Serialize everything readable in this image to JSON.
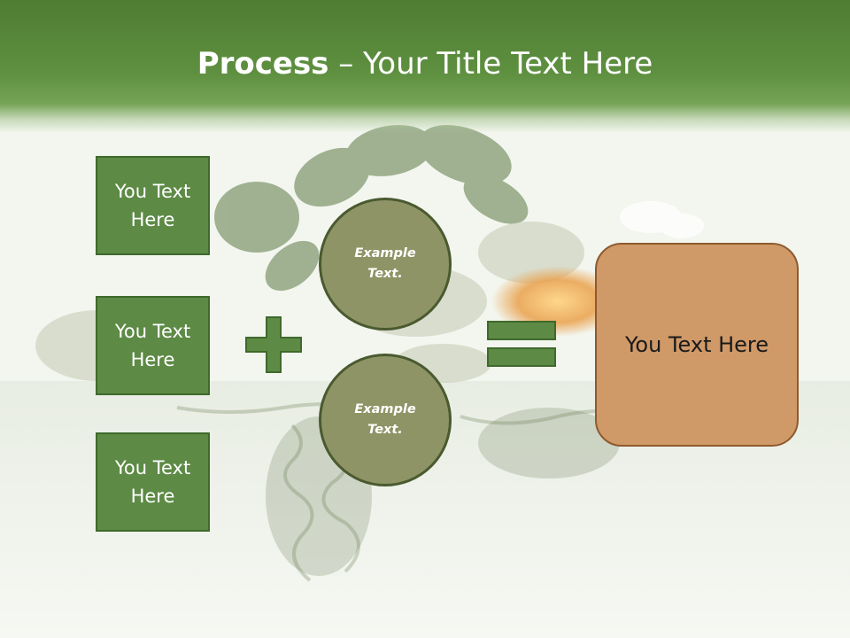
{
  "slide": {
    "title_bold": "Process",
    "title_rest": " – Your Title Text Here"
  },
  "left_boxes": [
    {
      "text": "You Text Here"
    },
    {
      "text": "You Text Here"
    },
    {
      "text": "You Text Here"
    }
  ],
  "circles": [
    {
      "text": "Example Text."
    },
    {
      "text": "Example Text."
    }
  ],
  "result": {
    "text": "You Text Here"
  },
  "icons": {
    "operator_plus": "plus-icon",
    "operator_equals": "equals-icon"
  },
  "colors": {
    "title_bar": "#5e9040",
    "box_fill": "#5d8a45",
    "circle_fill": "#8f9466",
    "result_fill": "#cf9968",
    "operator": "#5d8a45"
  }
}
